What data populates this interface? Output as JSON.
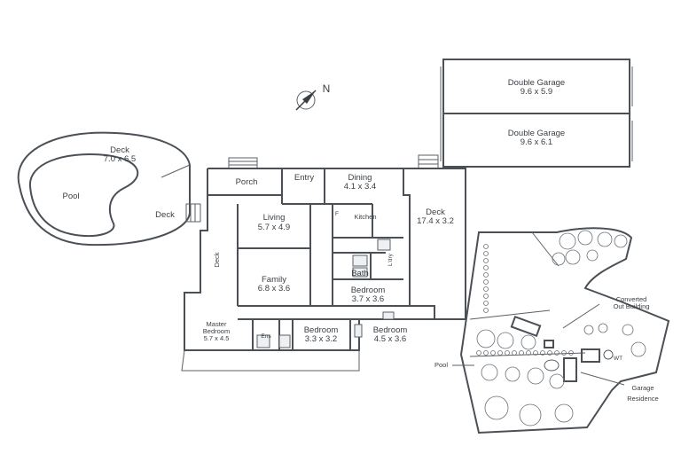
{
  "compass": {
    "label": "N",
    "icon": "compass-icon"
  },
  "garage": {
    "upper": {
      "name": "Double Garage",
      "dims": "9.6 x 5.9"
    },
    "lower": {
      "name": "Double Garage",
      "dims": "9.6 x 6.1"
    }
  },
  "pool_area": {
    "deck": {
      "name": "Deck",
      "dims": "7.0 x 6.5"
    },
    "pool": "Pool",
    "deck_side": "Deck"
  },
  "rooms": {
    "porch": "Porch",
    "entry": "Entry",
    "dining": {
      "name": "Dining",
      "dims": "4.1 x 3.4"
    },
    "kitchen": "Kitchen",
    "deck_east": {
      "name": "Deck",
      "dims": "17.4 x 3.2"
    },
    "living": {
      "name": "Living",
      "dims": "5.7 x 4.9"
    },
    "deck_west": "Deck",
    "family": {
      "name": "Family",
      "dims": "6.8 x 3.6"
    },
    "bath": "Bath",
    "bedroom_mid": {
      "name": "Bedroom",
      "dims": "3.7 x 3.6"
    },
    "master": {
      "name_line1": "Master",
      "name_line2": "Bedroom",
      "dims": "5.7 x 4.5"
    },
    "ens": "Ens",
    "bedroom_a": {
      "name": "Bedroom",
      "dims": "3.3 x 3.2"
    },
    "bedroom_b": {
      "name": "Bedroom",
      "dims": "4.5 x 3.6"
    },
    "laundry": "L'dry",
    "fridge": "F"
  },
  "site": {
    "converted_line1": "Converted",
    "converted_line2": "Out Building",
    "pool": "Pool",
    "garage": "Garage",
    "residence": "Residence",
    "wt": "WT"
  }
}
